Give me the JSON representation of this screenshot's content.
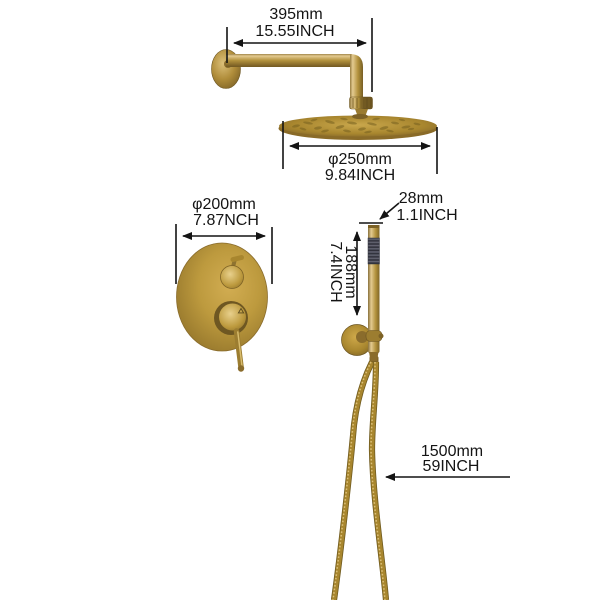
{
  "figure": {
    "type": "product-dimension-diagram",
    "subject": "wall-mounted brushed gold shower system with rain head, valve trim, hand shower and hose",
    "background_color": "#ffffff",
    "annotation_color": "#141414",
    "brass_color": "#b2913c",
    "brass_highlight": "#e3ca90",
    "brass_shadow": "#6b5420",
    "grip_color": "#4a4b58"
  },
  "labels": {
    "arm_mm": "395mm",
    "arm_inch": "15.55INCH",
    "head_mm": "φ250mm",
    "head_inch": "9.84INCH",
    "valve_mm": "φ200mm",
    "valve_inch": "7.87NCH",
    "hand_dia_mm": "28mm",
    "hand_dia_inch": "1.1INCH",
    "hand_len_mm": "188mm",
    "hand_len_inch": "7.4INCH",
    "hose_mm": "1500mm",
    "hose_inch": "59INCH"
  },
  "parts": [
    "wall-flange",
    "shower-arm",
    "rain-shower-head",
    "valve-trim-plate",
    "diverter-knob",
    "mixer-handle",
    "hand-shower-wand",
    "wall-holder",
    "shower-hose"
  ]
}
